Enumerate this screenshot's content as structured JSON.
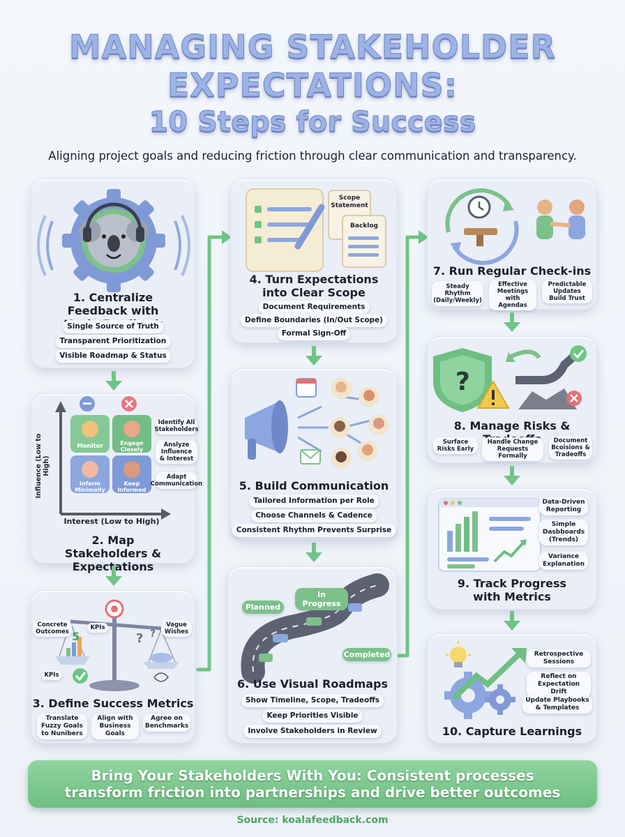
{
  "header": {
    "title_line1": "MANAGING STAKEHOLDER",
    "title_line2": "EXPECTATIONS:",
    "title_line3": "10 Steps for Success",
    "subtitle": "Aligning project goals and reducing friction through clear communication and transparency."
  },
  "steps": [
    {
      "title": "1. Centralize Feedback with Koala Feedback",
      "points": [
        "Single Source of Truth",
        "Transparent Prioritization",
        "Visible Roadmap & Status"
      ]
    },
    {
      "title": "2. Map Stakeholders & Expectations",
      "points": [
        "Identify All Stakeholders",
        "Anslyze Influence & Interest",
        "Adapt Communication"
      ],
      "grid": {
        "ylabel": "Influence (Low to High)",
        "xlabel": "Interest (Low to High)",
        "q1": "Monitor",
        "q2": "Engage Closely",
        "q3": "Inform Minimally",
        "q4": "Keep Informed"
      }
    },
    {
      "title": "3. Define Success Metrics",
      "points": [
        "Translate Fuzzy Goals to Nunibers",
        "Align with Business Goals",
        "Agree on Benchmarks"
      ],
      "labels": {
        "concrete": "Concrete Outcomes",
        "kpis1": "KPIs",
        "kpis2": "KPIs",
        "vague": "Vague Wishes",
        "digit": "5"
      }
    },
    {
      "title": "4. Turn Expectations into Clear Scope",
      "points": [
        "Document Requirements",
        "Define Boundaries (In/Out Scope)",
        "Formal Sign-Off"
      ],
      "labels": {
        "doc1": "Scope Statement",
        "doc2": "Backlog"
      }
    },
    {
      "title": "5. Build Communication Plan",
      "points": [
        "Tailored Information per Role",
        "Choose Channels & Cadence",
        "Consistent Rhythm Prevents Surprise"
      ]
    },
    {
      "title": "6. Use Visual Roadmaps",
      "points": [
        "Show Timeline, Scope, Tradeoffs",
        "Keep Priorities Visible",
        "Involve Stakeholders in Review"
      ],
      "labels": {
        "planned": "Planned",
        "inprogress": "In Progress",
        "completed": "Completed"
      }
    },
    {
      "title": "7. Run Regular Check-ins",
      "points": [
        "Steady Rhythm (Daily/Weekly)",
        "Effective Meetings with Agendas",
        "Predictable Updates Build Trust"
      ]
    },
    {
      "title": "8. Manage Risks & Tradeoffs",
      "points": [
        "Surface Risks Early",
        "Handle Change Requests Formally",
        "Document Bcoisions & Tradeoffs"
      ]
    },
    {
      "title": "9. Track Progress with Metrics",
      "points": [
        "Data-Driven Reporting",
        "Simple Dasbboards (Trends)",
        "Variance Explanation"
      ]
    },
    {
      "title": "10. Capture Learnings",
      "points": [
        "Retrospective Sessions",
        "Reflect on Expectation Drift",
        "Update Playbooks & Templates"
      ]
    }
  ],
  "footer": {
    "line1": "Bring Your Stakeholders With You: Consistent processes",
    "line2": "transform friction into partnerships and drive better outcomes"
  },
  "source": "Source: koalafeedback.com",
  "colors": {
    "accent_green": "#6fc585",
    "title_blue": "#9db3e6",
    "card_bg": "#eaeef7"
  }
}
